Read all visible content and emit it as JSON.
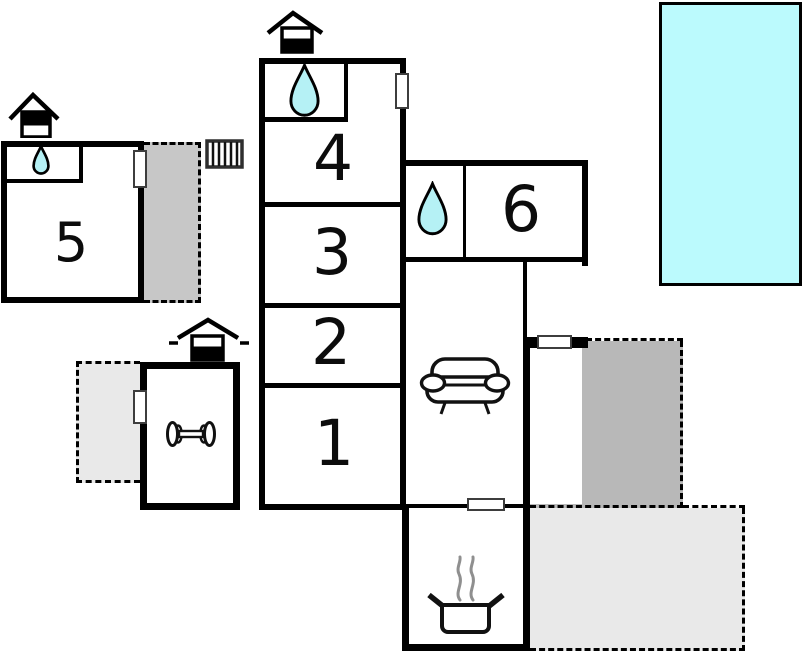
{
  "plan": {
    "type": "floor-plan",
    "room_labels": {
      "r1": "1",
      "r2": "2",
      "r3": "3",
      "r4": "4",
      "r5": "5",
      "r6": "6"
    },
    "colors": {
      "wall": "#000000",
      "water": "#b5f1f5",
      "pool": "#bbfafd",
      "terrace_dark": "#b8b8b8",
      "terrace_medium": "#c7c7c7",
      "terrace_light": "#e9e9e9"
    },
    "icons": {
      "entrance": "house-with-chimney",
      "bathroom": "water-drop",
      "stairs": "stairs",
      "living": "sofa",
      "gym": "dumbbell",
      "kitchen": "steaming-pot",
      "pool": "swimming-pool"
    }
  }
}
